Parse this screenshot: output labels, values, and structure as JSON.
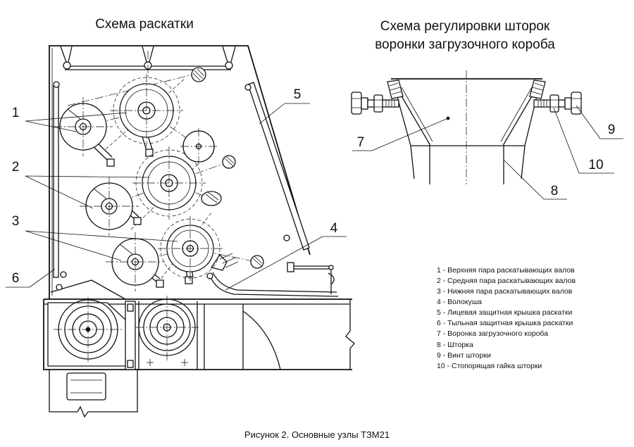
{
  "titles": {
    "rolling_scheme": "Схема раскатки",
    "funnel_scheme_line1": "Схема регулировки шторок",
    "funnel_scheme_line2": "воронки загрузочного короба"
  },
  "callouts": [
    "1",
    "2",
    "3",
    "4",
    "5",
    "6",
    "7",
    "8",
    "9",
    "10"
  ],
  "legend": [
    "1 - Верхняя пара раскатывающих валов",
    "2 - Средняя пара раскатывающих валов",
    "3 - Нижняя пара раскатывающих валов",
    "4 - Волокуша",
    "5 - Лицевая защитная крышка раскатки",
    "6 - Тыльная защитная крышка раскатки",
    "7 - Воронка загрузочного короба",
    "8 - Шторка",
    "9 - Винт шторки",
    "10 - Стопорящая гайка шторки"
  ],
  "caption": "Рисунок 2. Основные узлы ТЗМ21"
}
